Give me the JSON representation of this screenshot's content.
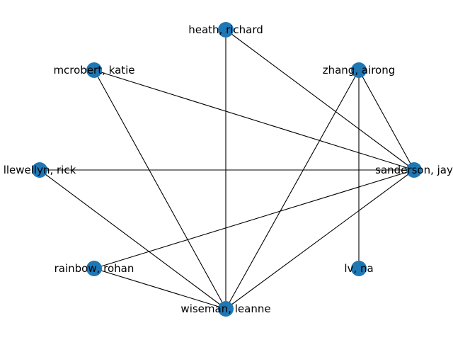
{
  "graph": {
    "node_color": "#1f77b4",
    "edge_color": "#000000",
    "nodes": [
      {
        "id": "heath",
        "label": "heath, richard"
      },
      {
        "id": "zhang",
        "label": "zhang, airong"
      },
      {
        "id": "sanderson",
        "label": "sanderson, jay"
      },
      {
        "id": "lv",
        "label": "lv, na"
      },
      {
        "id": "wiseman",
        "label": "wiseman, leanne"
      },
      {
        "id": "rainbow",
        "label": "rainbow, rohan"
      },
      {
        "id": "llewellyn",
        "label": "llewellyn, rick"
      },
      {
        "id": "mcrobert",
        "label": "mcrobert, katie"
      }
    ],
    "edges": [
      [
        "heath",
        "sanderson"
      ],
      [
        "heath",
        "wiseman"
      ],
      [
        "zhang",
        "sanderson"
      ],
      [
        "zhang",
        "lv"
      ],
      [
        "zhang",
        "wiseman"
      ],
      [
        "mcrobert",
        "sanderson"
      ],
      [
        "mcrobert",
        "wiseman"
      ],
      [
        "llewellyn",
        "sanderson"
      ],
      [
        "llewellyn",
        "wiseman"
      ],
      [
        "rainbow",
        "sanderson"
      ],
      [
        "rainbow",
        "wiseman"
      ],
      [
        "sanderson",
        "wiseman"
      ]
    ]
  }
}
